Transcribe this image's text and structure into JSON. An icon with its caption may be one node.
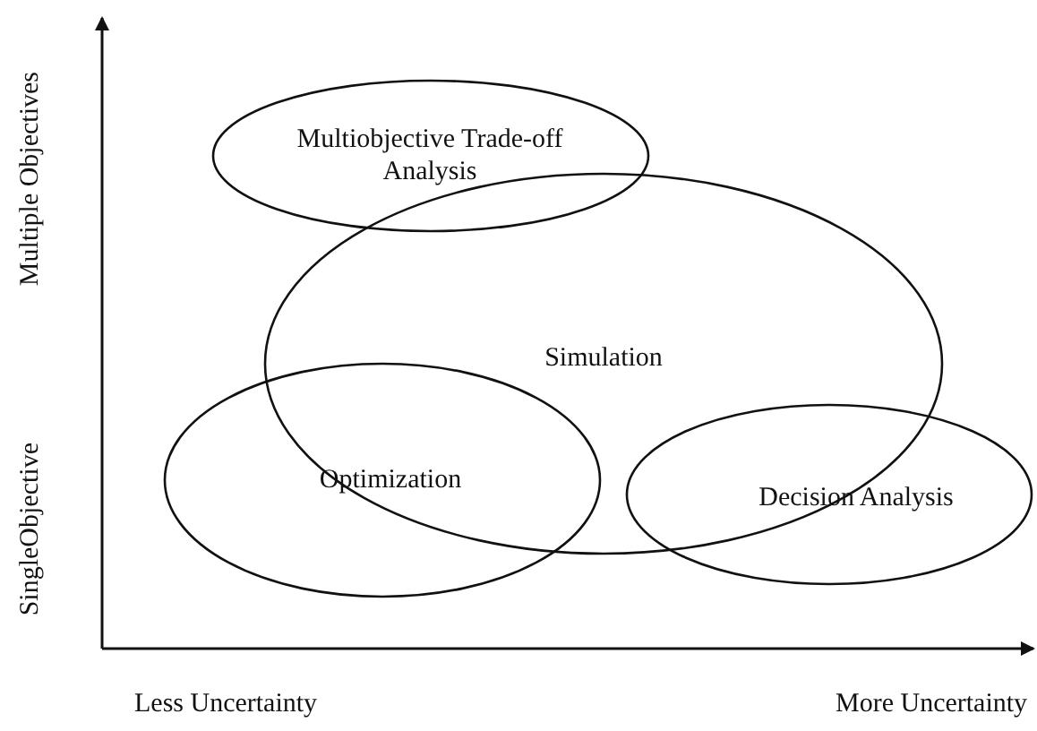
{
  "diagram": {
    "nodes": [
      {
        "text": [
          "Multiobjective Trade-off Analysis"
        ]
      },
      {
        "text": [
          "Simulation"
        ]
      },
      {
        "text": [
          "Optimization"
        ]
      },
      {
        "text": [
          "Decision Analysis"
        ]
      }
    ],
    "labels": [
      "Multiple Objectives",
      "SingleObjective",
      "Less Uncertainty",
      "More Uncertainty"
    ]
  }
}
